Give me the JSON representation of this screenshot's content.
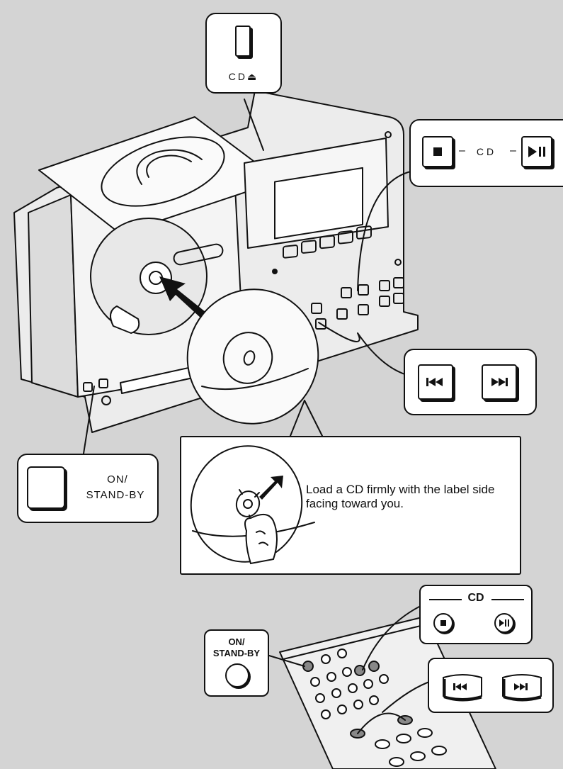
{
  "callouts": {
    "cd_eject": {
      "label": "CD⏏"
    },
    "cd_controls": {
      "label": "CD",
      "stop_icon": "stop-icon",
      "play_pause_icon": "play-pause-icon"
    },
    "skip_buttons": {
      "prev_icon": "skip-back-icon",
      "next_icon": "skip-forward-icon"
    },
    "power_unit": {
      "line1": "ON/",
      "line2": "STAND-BY"
    },
    "instruction": {
      "text": "Load a CD firmly with the label side facing toward you."
    },
    "remote_power": {
      "line1": "ON/",
      "line2": "STAND-BY"
    },
    "remote_cd": {
      "label": "CD",
      "stop_icon": "stop-icon",
      "play_pause_icon": "play-pause-icon"
    },
    "remote_skip": {
      "prev_icon": "skip-back-icon",
      "next_icon": "skip-forward-icon"
    }
  },
  "colors": {
    "background": "#d4d4d4",
    "line": "#111111",
    "panel": "#ffffff",
    "device_shade": "#e4e4e4"
  }
}
